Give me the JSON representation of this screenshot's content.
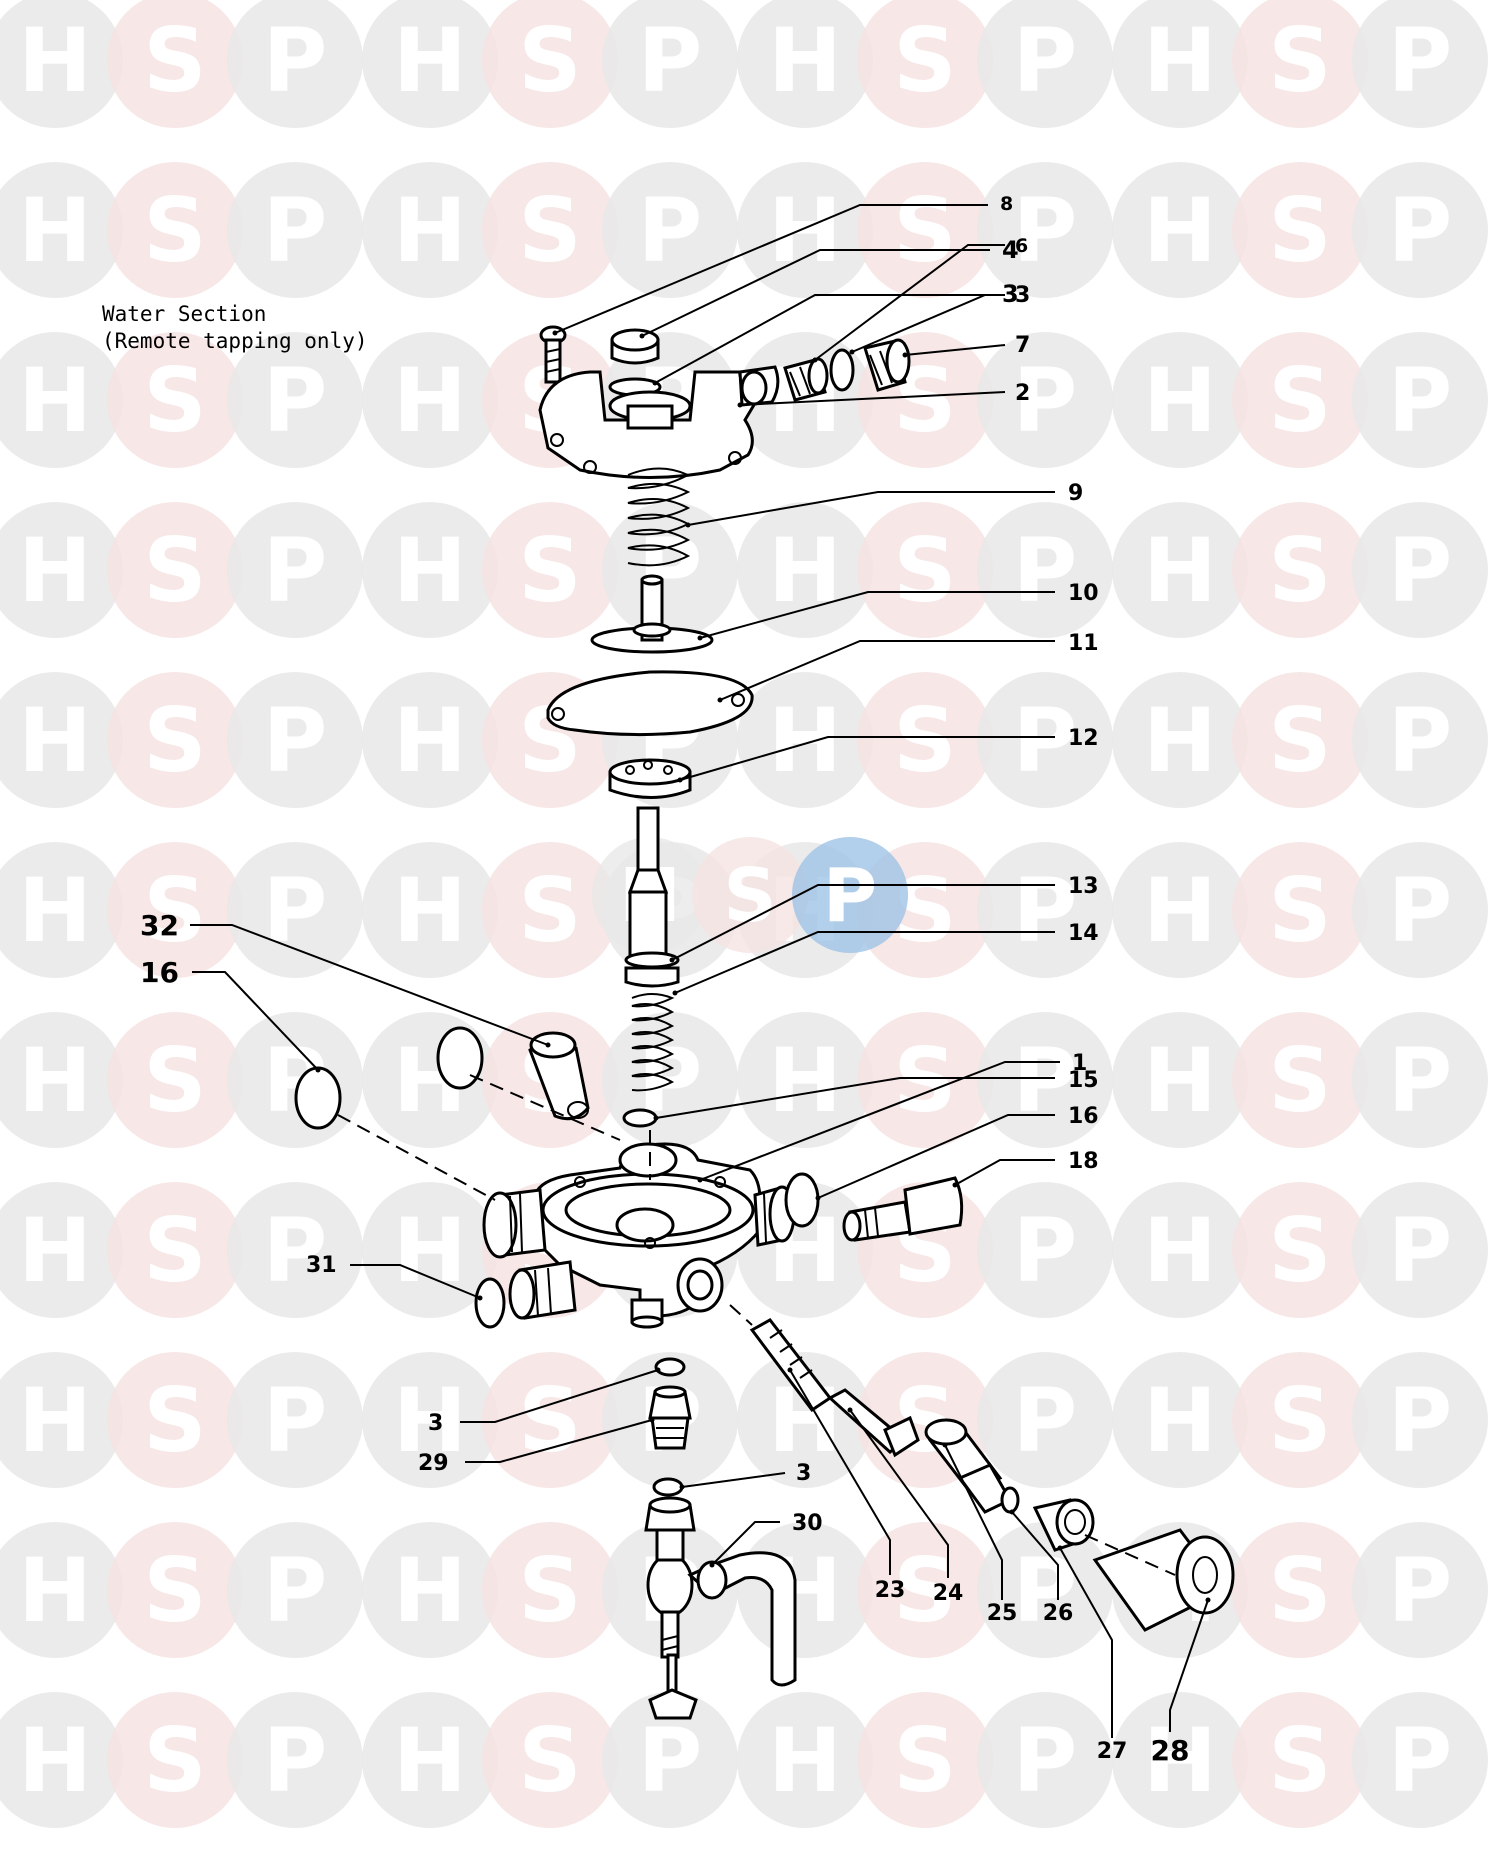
{
  "diagram": {
    "caption_line1": "Water Section",
    "caption_line2": "(Remote tapping only)"
  },
  "watermark": {
    "letters": [
      "H",
      "S",
      "P"
    ],
    "colors": {
      "grey": "#e8e8e8",
      "pink": "#f6e3e3",
      "blue": "#9fc3e6",
      "letter": "#ffffff"
    }
  },
  "callouts": [
    {
      "id": "c8",
      "label": "8"
    },
    {
      "id": "c4",
      "label": "4"
    },
    {
      "id": "c3a",
      "label": "3"
    },
    {
      "id": "c6",
      "label": "6"
    },
    {
      "id": "c3b",
      "label": "3"
    },
    {
      "id": "c7",
      "label": "7"
    },
    {
      "id": "c2",
      "label": "2"
    },
    {
      "id": "c9",
      "label": "9"
    },
    {
      "id": "c10",
      "label": "10"
    },
    {
      "id": "c11",
      "label": "11"
    },
    {
      "id": "c12",
      "label": "12"
    },
    {
      "id": "c13",
      "label": "13"
    },
    {
      "id": "c14",
      "label": "14"
    },
    {
      "id": "c32",
      "label": "32"
    },
    {
      "id": "c16a",
      "label": "16"
    },
    {
      "id": "c15",
      "label": "15"
    },
    {
      "id": "c1",
      "label": "1"
    },
    {
      "id": "c16b",
      "label": "16"
    },
    {
      "id": "c18",
      "label": "18"
    },
    {
      "id": "c31",
      "label": "31"
    },
    {
      "id": "c3c",
      "label": "3"
    },
    {
      "id": "c29",
      "label": "29"
    },
    {
      "id": "c3d",
      "label": "3"
    },
    {
      "id": "c30",
      "label": "30"
    },
    {
      "id": "c23",
      "label": "23"
    },
    {
      "id": "c24",
      "label": "24"
    },
    {
      "id": "c25",
      "label": "25"
    },
    {
      "id": "c26",
      "label": "26"
    },
    {
      "id": "c27",
      "label": "27"
    },
    {
      "id": "c28",
      "label": "28"
    }
  ]
}
